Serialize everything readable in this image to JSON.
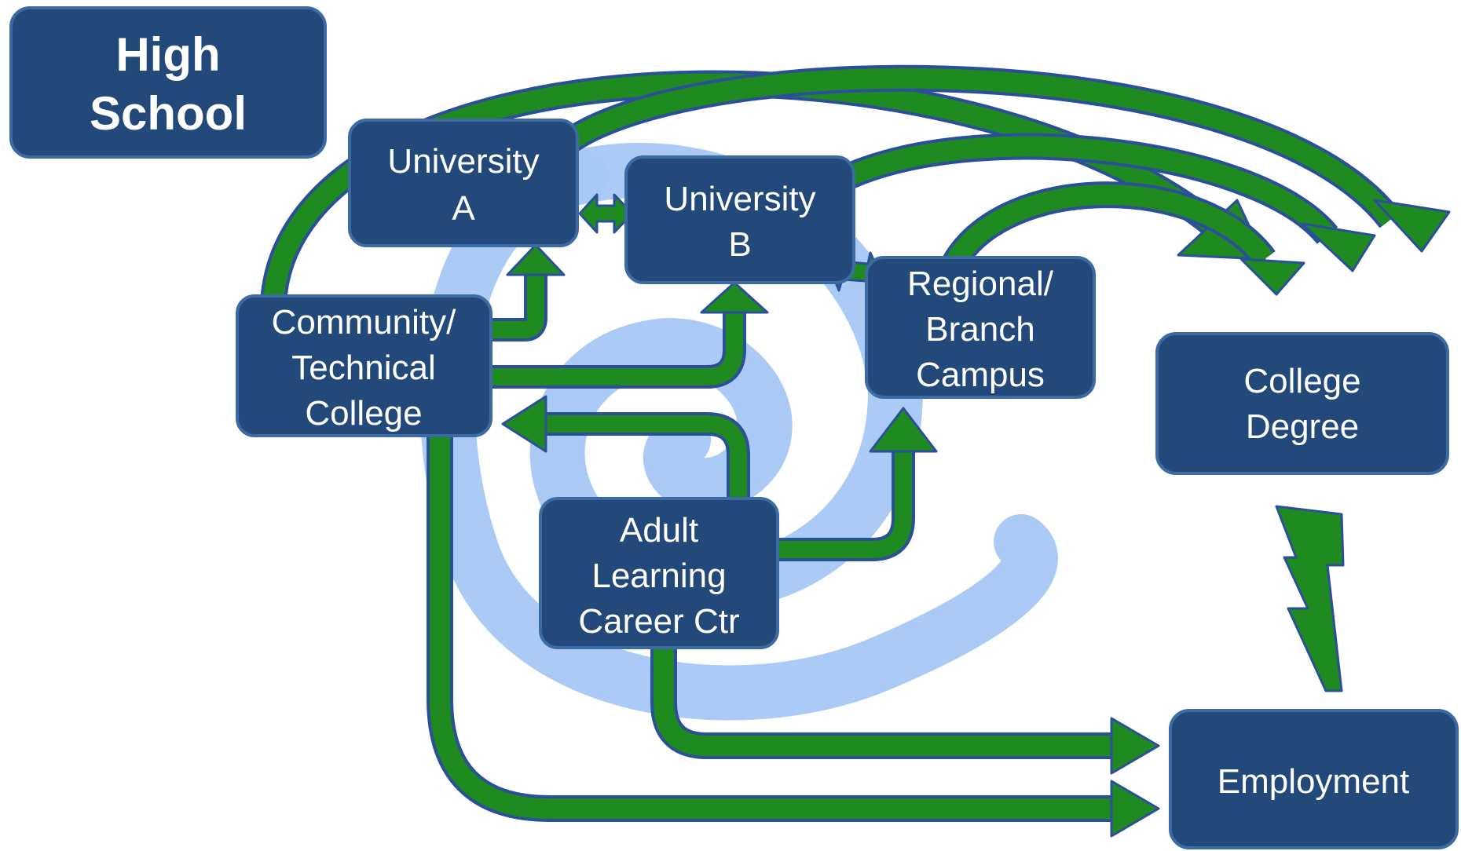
{
  "nodes": {
    "high_school": {
      "line1": "High",
      "line2": "School"
    },
    "university_a": {
      "line1": "University",
      "line2": "A"
    },
    "university_b": {
      "line1": "University",
      "line2": "B"
    },
    "community_college": {
      "line1": "Community/",
      "line2": "Technical",
      "line3": "College"
    },
    "regional_campus": {
      "line1": "Regional/",
      "line2": "Branch",
      "line3": "Campus"
    },
    "adult_learning": {
      "line1": "Adult",
      "line2": "Learning",
      "line3": "Career Ctr"
    },
    "college_degree": {
      "line1": "College",
      "line2": "Degree"
    },
    "employment": {
      "line1": "Employment"
    }
  },
  "colors": {
    "box_fill": "#22497a",
    "box_border": "#3c6ba3",
    "arrow_green": "#1f8a1f",
    "arrow_outline": "#2b4f9a",
    "swirl_blue": "#a7c8f5"
  }
}
